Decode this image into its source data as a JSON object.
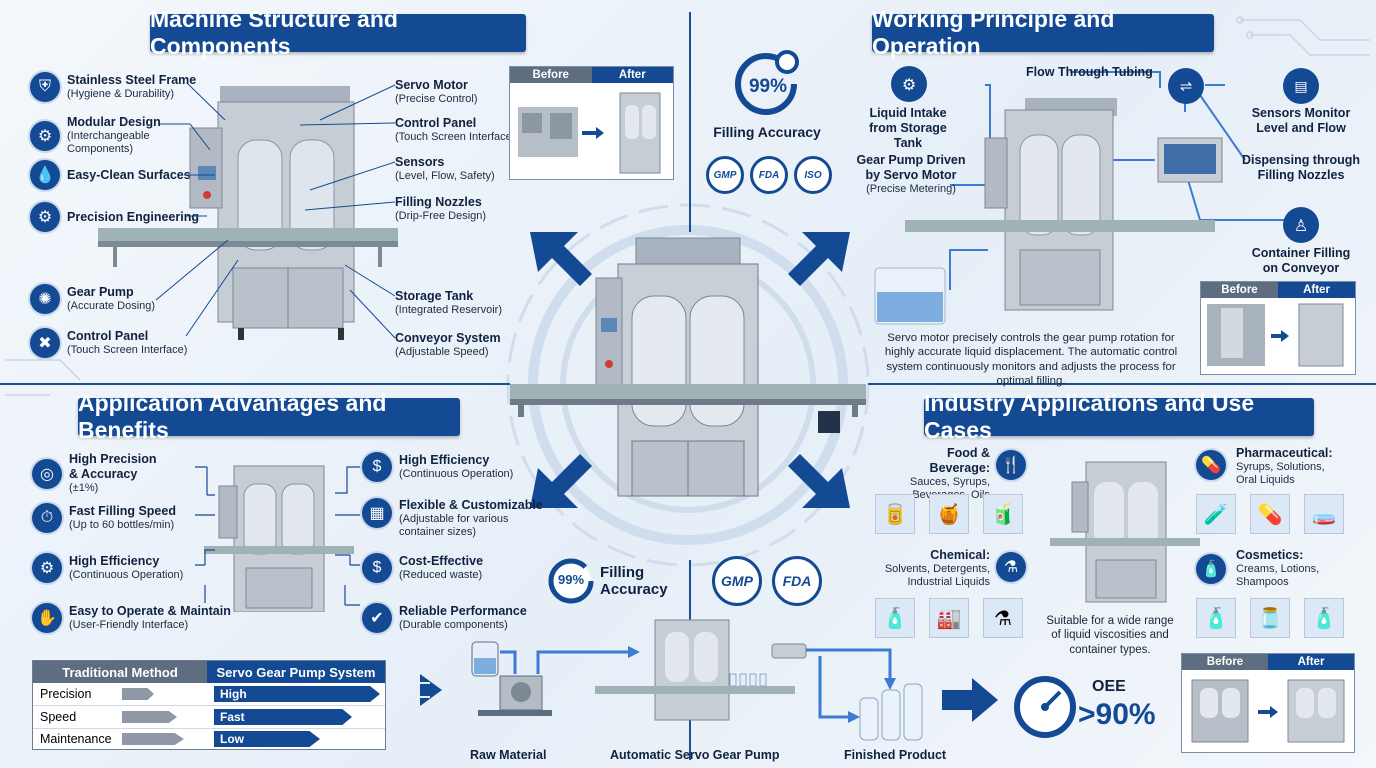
{
  "colors": {
    "primary": "#134a93",
    "dark_text": "#10223f",
    "steel": "#b9c2cc"
  },
  "sections": {
    "structure": "Machine Structure and Components",
    "principle": "Working Principle and Operation",
    "advantages": "Application Advantages and Benefits",
    "industry": "Industry Applications and Use Cases"
  },
  "structure_left": [
    {
      "title": "Stainless Steel Frame",
      "sub": "(Hygiene & Durability)",
      "icon": "shield-icon"
    },
    {
      "title": "Modular Design",
      "sub": "(Interchangeable Components)",
      "icon": "modules-icon"
    },
    {
      "title": "Easy-Clean Surfaces",
      "sub": "",
      "icon": "droplet-icon"
    },
    {
      "title": "Precision Engineering",
      "sub": "",
      "icon": "gear-icon"
    },
    {
      "title": "Gear Pump",
      "sub": "(Accurate Dosing)",
      "icon": "gear-pump-icon"
    },
    {
      "title": "Control Panel",
      "sub": "(Touch Screen Interface)",
      "icon": "tools-icon"
    }
  ],
  "structure_right": [
    {
      "title": "Servo Motor",
      "sub": "(Precise Control)"
    },
    {
      "title": "Control Panel",
      "sub": "(Touch Screen Interface)"
    },
    {
      "title": "Sensors",
      "sub": "(Level, Flow, Safety)"
    },
    {
      "title": "Filling Nozzles",
      "sub": "(Drip-Free Design)"
    },
    {
      "title": "Storage Tank",
      "sub": "(Integrated Reservoir)"
    },
    {
      "title": "Conveyor System",
      "sub": "(Adjustable Speed)"
    }
  ],
  "before_after": {
    "before": "Before",
    "after": "After"
  },
  "accuracy_badge": {
    "value": "99%",
    "label": "Filling Accuracy"
  },
  "certs": {
    "gmp": "GMP",
    "fda": "FDA",
    "iso": "ISO"
  },
  "principle": {
    "liquid_intake": "Liquid Intake from Storage Tank",
    "gear_pump": "Gear Pump Driven by Servo Motor",
    "gear_pump_sub": "(Precise Metering)",
    "flow_tubing": "Flow Through Tubing",
    "sensors": "Sensors Monitor Level and Flow",
    "dispensing": "Dispensing through Filling Nozzles",
    "container": "Container Filling on Conveyor",
    "description": "Servo motor precisely controls the gear pump rotation for highly accurate liquid displacement. The automatic control system continuously monitors and adjusts the process for optimal filling."
  },
  "advantages_left": [
    {
      "title": "High Precision & Accuracy",
      "sub": "(±1%)",
      "icon": "target-icon"
    },
    {
      "title": "Fast Filling Speed",
      "sub": "(Up to 60 bottles/min)",
      "icon": "stopwatch-icon"
    },
    {
      "title": "High Efficiency",
      "sub": "(Continuous Operation)",
      "icon": "gear-icon"
    },
    {
      "title": "Easy to Operate & Maintain",
      "sub": "(User-Friendly Interface)",
      "icon": "hand-icon"
    }
  ],
  "advantages_right": [
    {
      "title": "High Efficiency",
      "sub": "(Continuous Operation)",
      "icon": "money-hand-icon"
    },
    {
      "title": "Flexible & Customizable",
      "sub": "(Adjustable for various container sizes)",
      "icon": "puzzle-icon"
    },
    {
      "title": "Cost-Effective",
      "sub": "(Reduced waste)",
      "icon": "dollar-icon"
    },
    {
      "title": "Reliable Performance",
      "sub": "(Durable components)",
      "icon": "shield-check-icon"
    }
  ],
  "comparison": {
    "header_left": "Traditional Method",
    "header_right": "Servo Gear Pump System",
    "rows": [
      {
        "label": "Precision",
        "value": "High"
      },
      {
        "label": "Speed",
        "value": "Fast"
      },
      {
        "label": "Maintenance",
        "value": "Low"
      }
    ]
  },
  "process": {
    "raw": "Raw Material",
    "pump": "Automatic Servo Gear Pump",
    "finished": "Finished Product"
  },
  "oee": {
    "label": "OEE",
    "value": ">90%"
  },
  "industries": [
    {
      "title": "Food & Beverage:",
      "sub": "Sauces, Syrups, Beverages, Oils",
      "icon": "fork-knife-icon"
    },
    {
      "title": "Pharmaceutical:",
      "sub": "Syrups, Solutions, Oral Liquids",
      "icon": "pill-icon"
    },
    {
      "title": "Chemical:",
      "sub": "Solvents, Detergents, Industrial Liquids",
      "icon": "flask-icon"
    },
    {
      "title": "Cosmetics:",
      "sub": "Creams, Lotions, Shampoos",
      "icon": "pump-bottle-icon"
    }
  ],
  "industry_note": "Suitable for a wide range of liquid viscosities and container types."
}
